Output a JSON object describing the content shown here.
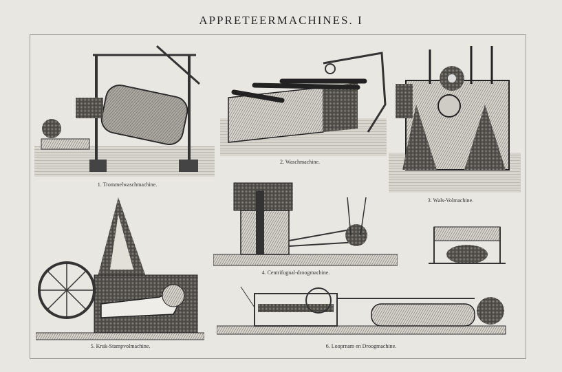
{
  "title": "APPRETEERMACHINES. I",
  "figures": [
    {
      "caption": "1. Trommelwaschmachine."
    },
    {
      "caption": "2. Waschmachine."
    },
    {
      "caption": "3. Wals-Volmachine."
    },
    {
      "caption": "4. Centrifugnal-droogmachine."
    },
    {
      "caption": "5. Kruk-Stampvolmachine."
    },
    {
      "caption": "6. Looprnam en Droogmachine."
    }
  ],
  "colors": {
    "paper": "#e9e7e2",
    "ink": "#2a2a2a"
  }
}
